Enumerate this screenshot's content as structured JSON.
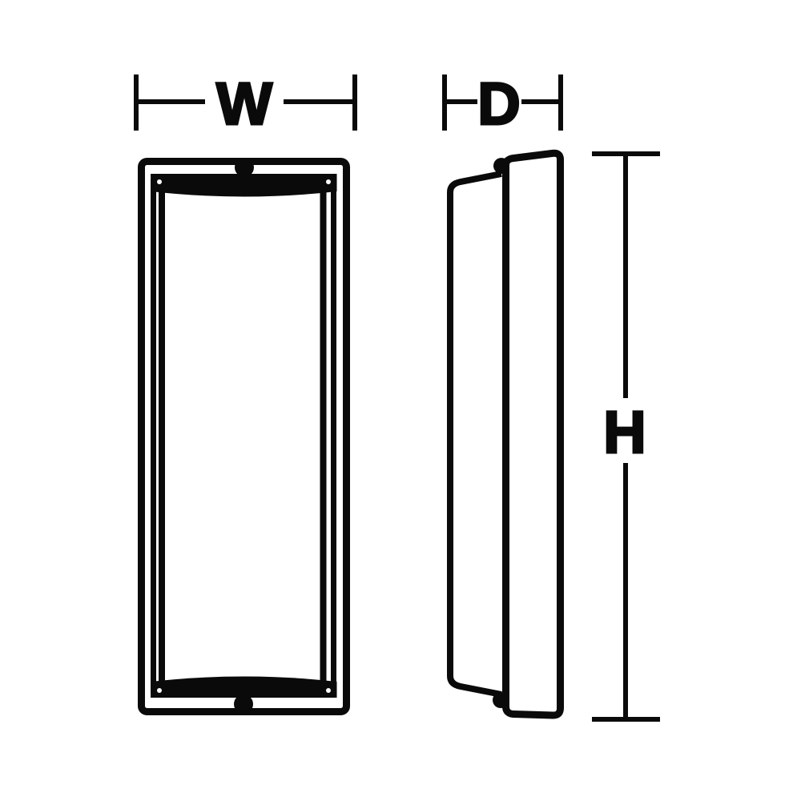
{
  "diagram": {
    "kind": "two-view-dimension-drawing",
    "labels": {
      "width": "W",
      "depth": "D",
      "height": "H"
    },
    "colors": {
      "line": "#0a0a0a",
      "background": "#ffffff"
    },
    "views": {
      "front": "front-view-outline",
      "side": "side-profile-outline"
    }
  }
}
